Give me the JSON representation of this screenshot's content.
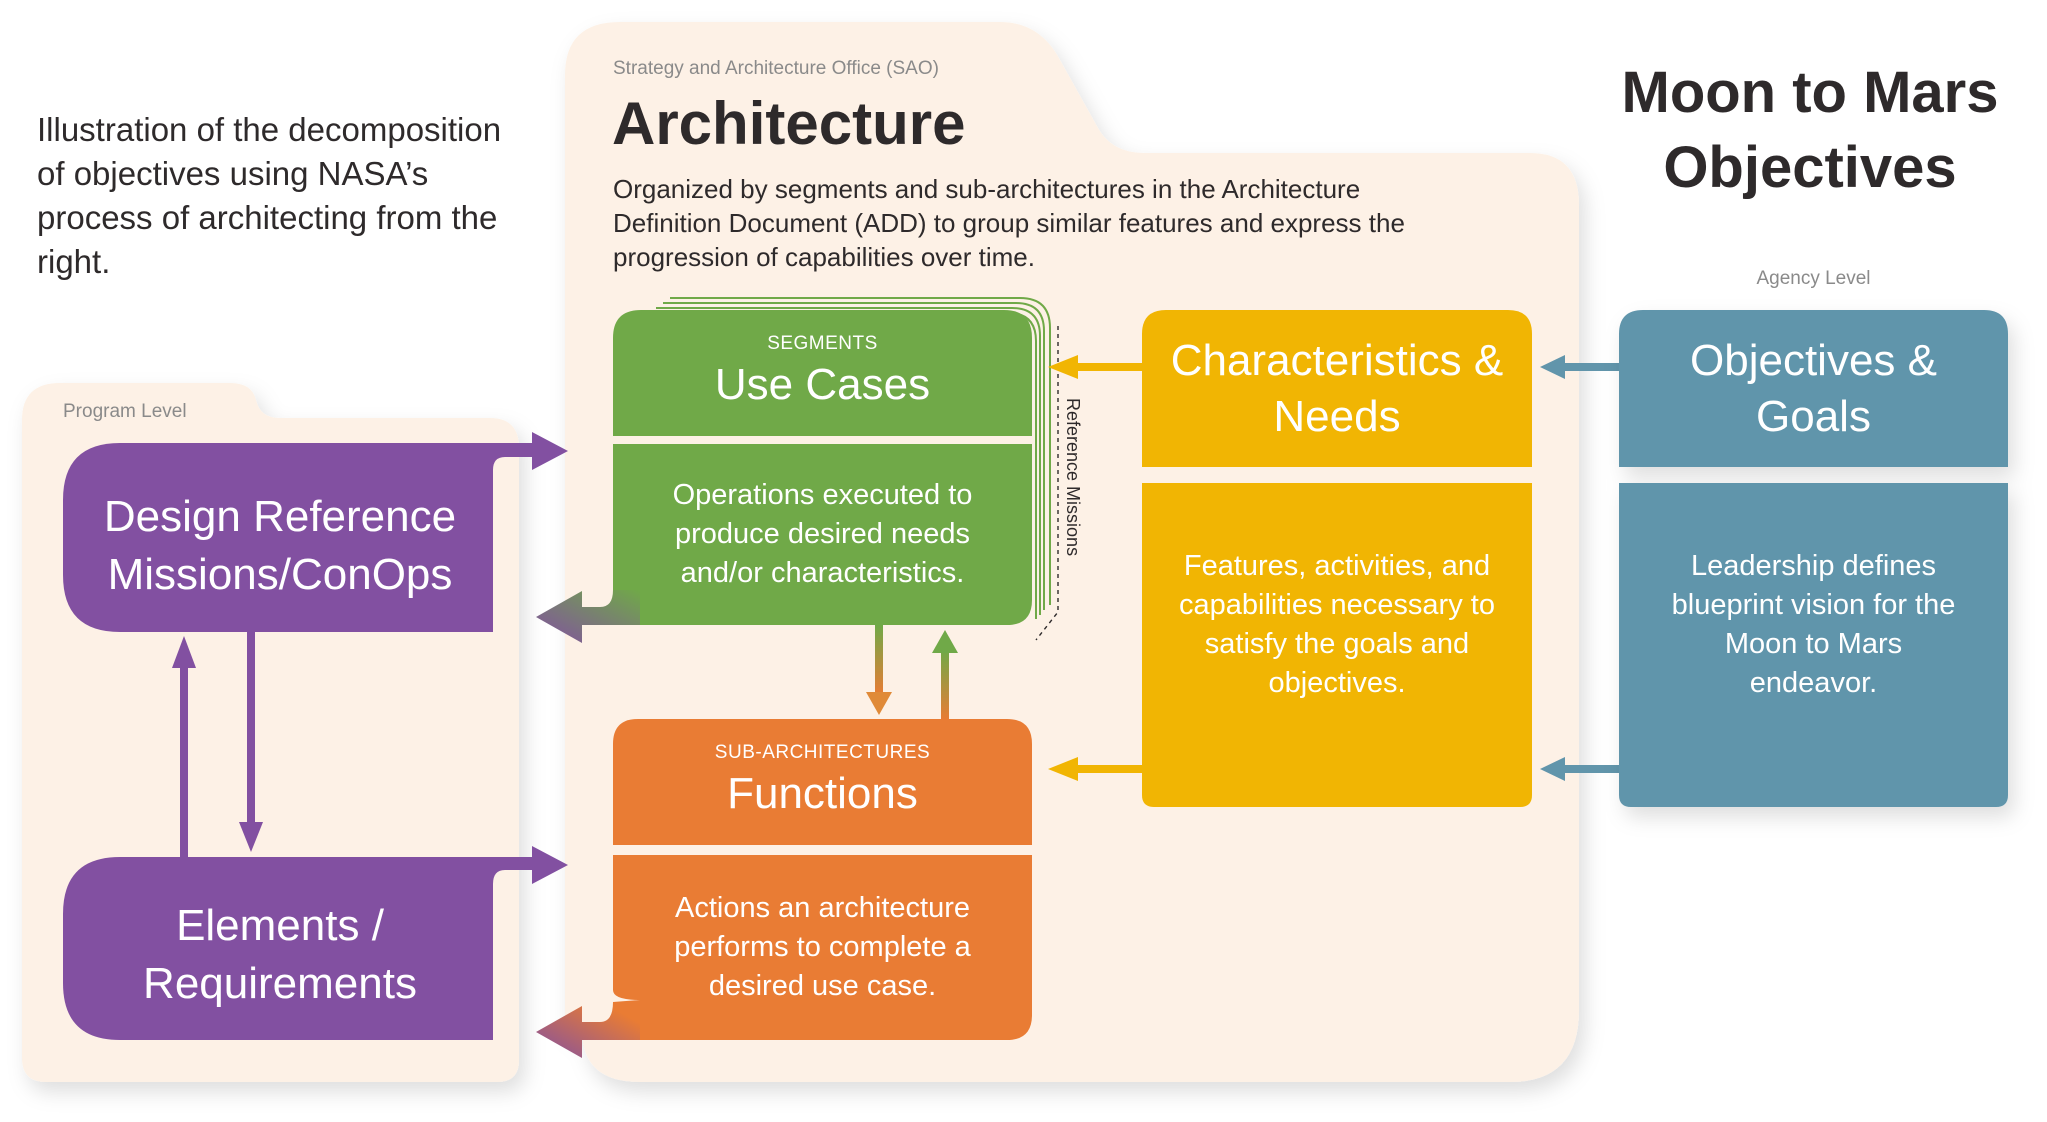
{
  "intro": "Illustration of the decomposition of objectives using NASA’s process of architecting from the right.",
  "title": "Moon to Mars Objectives",
  "colors": {
    "panel": "#fdf1e6",
    "purple": "#8250a1",
    "green": "#70a948",
    "orange": "#e97c34",
    "yellow": "#f1b503",
    "blue": "#6195ab",
    "text_dark": "#2e2a2b",
    "text_muted": "#8a8a8a"
  },
  "program": {
    "level_label": "Program Level",
    "drm": "Design Reference Missions/ConOps",
    "elements": "Elements / Requirements"
  },
  "architecture": {
    "office": "Strategy and Architecture Office (SAO)",
    "heading": "Architecture",
    "description": "Organized by segments and sub-architectures in the Architecture Definition Document (ADD) to group similar features and express the progression of capabilities over time.",
    "use_cases": {
      "eyebrow": "SEGMENTS",
      "title": "Use Cases",
      "body": "Operations executed to produce desired needs and/or characteristics."
    },
    "functions": {
      "eyebrow": "SUB-ARCHITECTURES",
      "title": "Functions",
      "body": "Actions an architecture performs to complete a desired use case."
    },
    "reference_missions": "Reference Missions",
    "characteristics": {
      "title": "Characteristics & Needs",
      "body": "Features, activities, and capabilities necessary to satisfy the goals and objectives."
    }
  },
  "agency": {
    "level_label": "Agency Level",
    "objectives": {
      "title": "Objectives & Goals",
      "body": "Leadership defines blueprint vision for the Moon to Mars endeavor."
    }
  }
}
